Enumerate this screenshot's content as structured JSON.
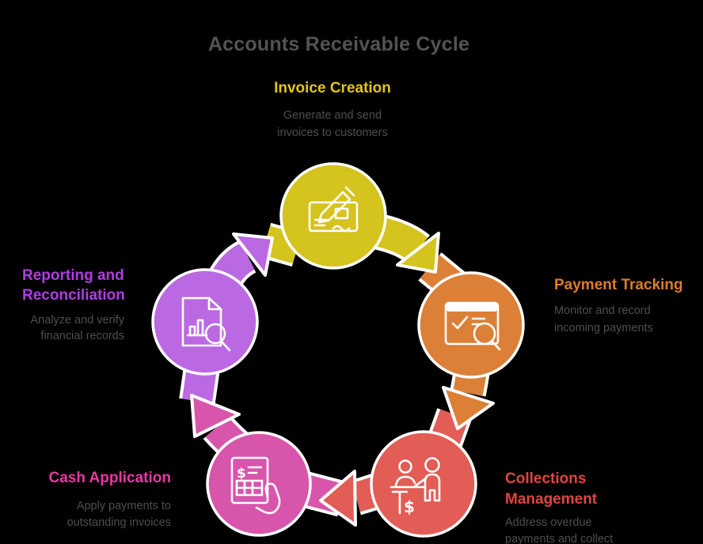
{
  "title": {
    "text": "Accounts Receivable Cycle",
    "color": "#535353"
  },
  "background_color": "#000000",
  "outline_color": "#ffffff",
  "desc_color": "#4e4e4e",
  "nodes": [
    {
      "id": "invoice-creation",
      "label": "Invoice Creation",
      "description": "Generate and send\ninvoices to customers",
      "color": "#d5c31e",
      "title_color": "#e2c713",
      "icon": "cheque-pen-icon"
    },
    {
      "id": "payment-tracking",
      "label": "Payment Tracking",
      "description": "Monitor and record\nincoming payments",
      "color": "#dc8038",
      "title_color": "#dd7c2b",
      "icon": "payment-window-search-icon"
    },
    {
      "id": "collections-management",
      "label": "Collections\nManagement",
      "description": "Address overdue\npayments and collect",
      "color": "#e15d55",
      "title_color": "#e04440",
      "icon": "people-payment-icon"
    },
    {
      "id": "cash-application",
      "label": "Cash Application",
      "description": "Apply payments to\noutstanding invoices",
      "color": "#d855ac",
      "title_color": "#ea38a2",
      "icon": "hand-invoice-icon"
    },
    {
      "id": "reporting-reconciliation",
      "label": "Reporting and\nReconciliation",
      "description": "Analyze and verify\nfinancial records",
      "color": "#bb69e2",
      "title_color": "#b23ce4",
      "icon": "report-search-icon"
    }
  ]
}
